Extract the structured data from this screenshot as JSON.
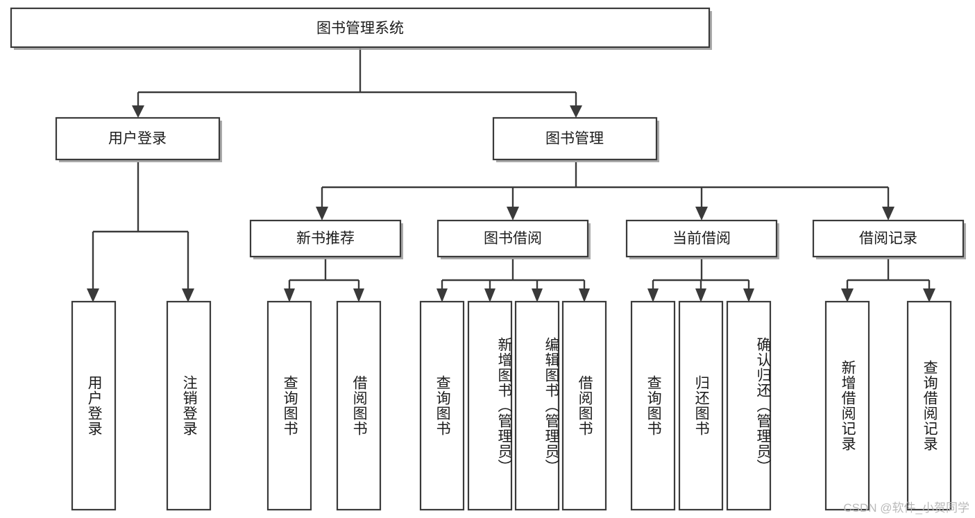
{
  "diagram": {
    "type": "tree-hierarchy",
    "title": "图书管理系统",
    "watermark": "CSDN @软件_小贺同学",
    "colors": {
      "box_fill": "#ffffff",
      "box_stroke": "#3a3a3a",
      "connector": "#3a3a3a",
      "text": "#1b1b1b",
      "watermark": "#b9b9b9",
      "background": "#ffffff"
    },
    "levels": {
      "root": {
        "label": "图书管理系统",
        "orientation": "horizontal"
      },
      "level2": [
        {
          "label": "用户登录",
          "orientation": "horizontal"
        },
        {
          "label": "图书管理",
          "orientation": "horizontal"
        }
      ],
      "level3": [
        {
          "label": "新书推荐",
          "orientation": "horizontal"
        },
        {
          "label": "图书借阅",
          "orientation": "horizontal"
        },
        {
          "label": "当前借阅",
          "orientation": "horizontal"
        },
        {
          "label": "借阅记录",
          "orientation": "horizontal"
        }
      ],
      "leaves": [
        {
          "label": "用户登录",
          "orientation": "vertical",
          "parent": "用户登录"
        },
        {
          "label": "注销登录",
          "orientation": "vertical",
          "parent": "用户登录"
        },
        {
          "label": "查询图书",
          "orientation": "vertical",
          "parent": "新书推荐"
        },
        {
          "label": "借阅图书",
          "orientation": "vertical",
          "parent": "新书推荐"
        },
        {
          "label": "查询图书",
          "orientation": "vertical",
          "parent": "图书借阅"
        },
        {
          "label": "新增图书（管理员）",
          "orientation": "vertical",
          "parent": "图书借阅"
        },
        {
          "label": "编辑图书（管理员）",
          "orientation": "vertical",
          "parent": "图书借阅"
        },
        {
          "label": "借阅图书",
          "orientation": "vertical",
          "parent": "图书借阅"
        },
        {
          "label": "查询图书",
          "orientation": "vertical",
          "parent": "当前借阅"
        },
        {
          "label": "归还图书",
          "orientation": "vertical",
          "parent": "当前借阅"
        },
        {
          "label": "确认归还（管理员）",
          "orientation": "vertical",
          "parent": "当前借阅"
        },
        {
          "label": "新增借阅记录",
          "orientation": "vertical",
          "parent": "借阅记录"
        },
        {
          "label": "查询借阅记录",
          "orientation": "vertical",
          "parent": "借阅记录"
        }
      ]
    }
  }
}
